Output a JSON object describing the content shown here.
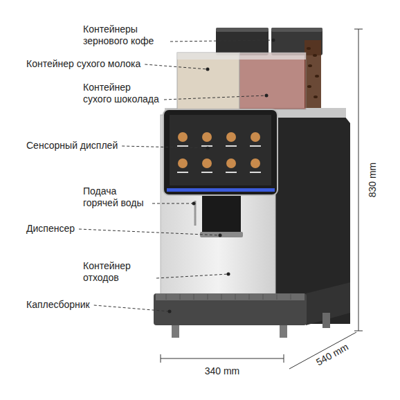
{
  "diagram": {
    "labels": [
      "Контейнеры зернового кофе",
      "Контейнер сухого молока",
      "Контейнер сухого шоколада",
      "Сенсорный дисплей",
      "Подача горячей воды",
      "Диспенсер",
      "Контейнер отходов",
      "Каплесборник",
      "830 mm",
      "540 mm",
      "340 mm"
    ]
  }
}
